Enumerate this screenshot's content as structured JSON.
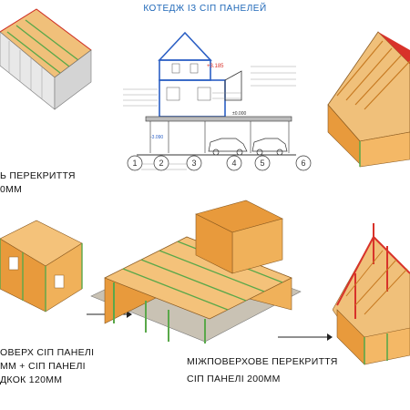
{
  "title": "КОТЕДЖ ІЗ СІП ПАНЕЛЕЙ",
  "captions": {
    "top_left": [
      "Ь ПЕРЕКРИТТЯ",
      "0ММ"
    ],
    "bottom_left": [
      "ОВЕРХ СІП ПАНЕЛІ",
      "ММ + СІП ПАНЕЛІ",
      "ДКОК 120ММ"
    ],
    "bottom_center": [
      "МІЖПОВЕРХОВЕ ПЕРЕКРИТТЯ",
      "СІП ПАНЕЛІ 200ММ"
    ]
  },
  "section": {
    "levels": [
      "+3.185",
      "±0.000",
      "-3.090"
    ],
    "axes": [
      "1",
      "2",
      "3",
      "4",
      "5",
      "6"
    ]
  },
  "colors": {
    "panel_orange": "#e89a3c",
    "panel_dark": "#c77a22",
    "frame_green": "#5aa84a",
    "section_blue": "#2b5fc4",
    "roof_red": "#d8322a",
    "title_blue": "#1e67b8"
  }
}
